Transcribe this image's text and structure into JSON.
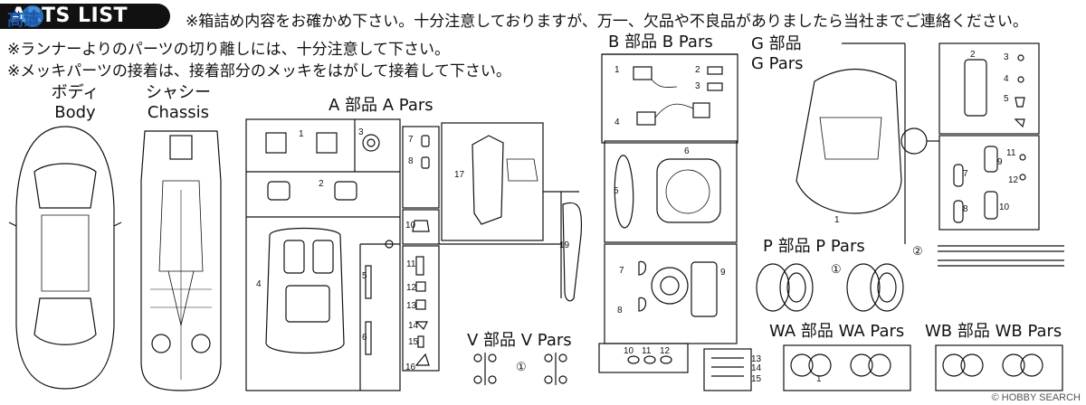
{
  "header": {
    "title": "ARTS LIST",
    "logo_text": "高清"
  },
  "notes": [
    "※箱詰め内容をお確かめ下さい。十分注意しておりますが、万一、欠品や不良品がありましたら当社までご連絡ください。",
    "※ランナーよりのパーツの切り離しには、十分注意して下さい。",
    "※メッキパーツの接着は、接着部分のメッキをはがして接着して下さい。"
  ],
  "groups": {
    "body": {
      "jp": "ボディ",
      "en": "Body"
    },
    "chassis": {
      "jp": "シャシー",
      "en": "Chassis"
    },
    "a": {
      "label": "A 部品 A Pars"
    },
    "b": {
      "label": "B 部品 B Pars"
    },
    "g": {
      "jp": "G 部品",
      "en": "G Pars"
    },
    "p": {
      "label": "P 部品 P Pars"
    },
    "v": {
      "label": "V 部品 V Pars"
    },
    "wa": {
      "label": "WA 部品 WA Pars"
    },
    "wb": {
      "label": "WB 部品 WB Pars"
    }
  },
  "part_numbers": {
    "a": [
      "1",
      "2",
      "3",
      "4",
      "5",
      "6",
      "7",
      "8",
      "10",
      "11",
      "12",
      "13",
      "14",
      "15",
      "16",
      "17",
      "19"
    ],
    "b": [
      "1",
      "2",
      "3",
      "4",
      "5",
      "6",
      "7",
      "8",
      "9",
      "10",
      "11",
      "12",
      "13",
      "14",
      "15"
    ],
    "g": [
      "1",
      "2",
      "3",
      "4",
      "5",
      "7",
      "8",
      "9",
      "10",
      "11",
      "12"
    ],
    "wheels": [
      "1"
    ]
  },
  "quantity_badges": [
    "①",
    "②"
  ],
  "credit": "© HOBBY SEARCH",
  "colors": {
    "ink": "#111111",
    "paper": "#ffffff",
    "header_bg": "#111111"
  }
}
